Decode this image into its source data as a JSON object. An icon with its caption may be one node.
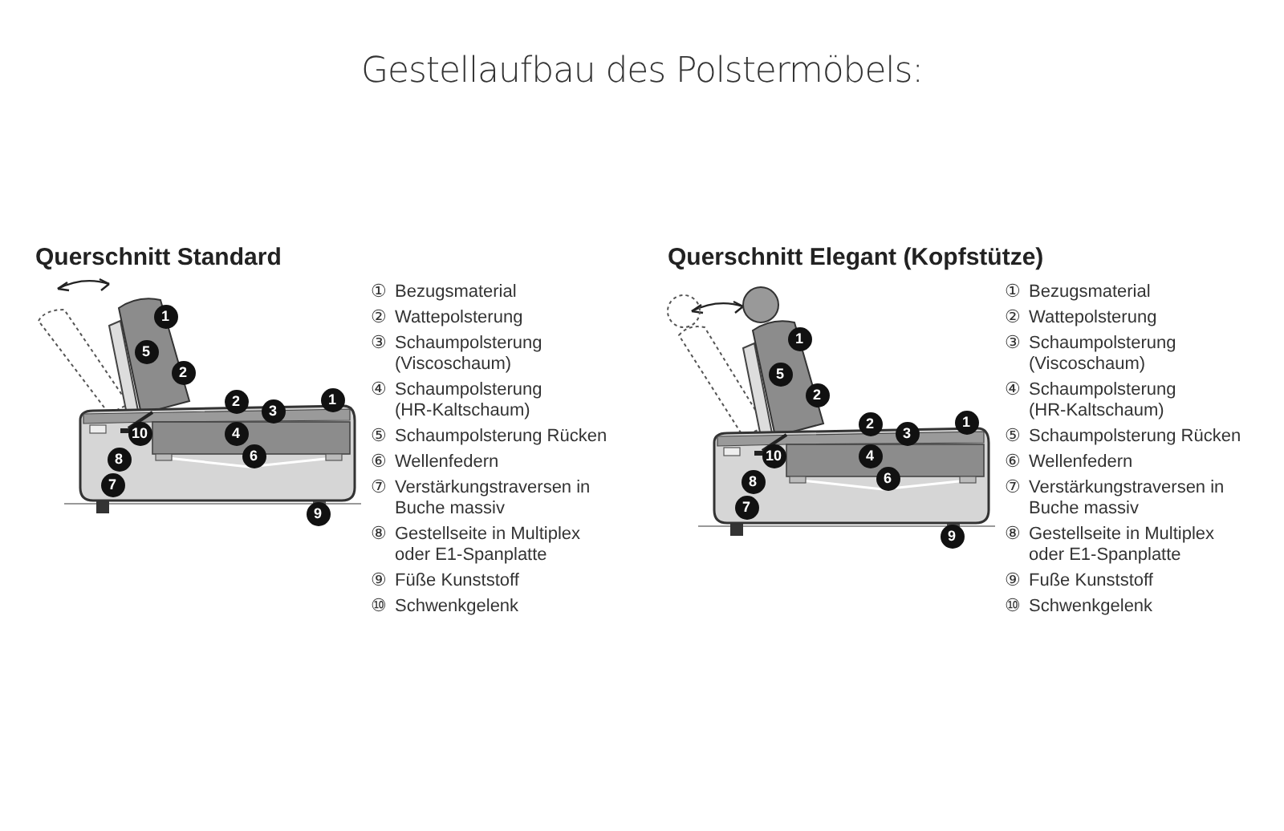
{
  "diagram": {
    "title": "Gestellaufbau des Polstermöbels:",
    "labels": [
      "Querschnitt Standard",
      "1",
      "5",
      "2",
      "2",
      "3",
      "1",
      "10",
      "4",
      "8",
      "6",
      "7",
      "9",
      "①",
      "Bezugsmaterial",
      "②",
      "Wattepolsterung",
      "③",
      "Schaumpolsterung (Viscoschaum)",
      "④",
      "Schaumpolsterung (HR-Kaltschaum)",
      "⑤",
      "Schaumpolsterung Rücken",
      "⑥",
      "Wellenfedern",
      "⑦",
      "Verstärkungstraversen in Buche massiv",
      "⑧",
      "Gestellseite in Multiplex oder E1-Spanplatte",
      "⑨",
      "Füße Kunststoff",
      "⑩",
      "Schwenkgelenk",
      "Querschnitt Elegant (Kopfstütze)",
      "1",
      "5",
      "2",
      "2",
      "3",
      "1",
      "10",
      "4",
      "8",
      "6",
      "7",
      "9",
      "①",
      "Bezugsmaterial",
      "②",
      "Wattepolsterung",
      "③",
      "Schaumpolsterung (Viscoschaum)",
      "④",
      "Schaumpolsterung (HR-Kaltschaum)",
      "⑤",
      "Schaumpolsterung Rücken",
      "⑥",
      "Wellenfedern",
      "⑦",
      "Verstärkungstraversen in Buche massiv",
      "⑧",
      "Gestellseite in Multiplex oder E1-Spanplatte",
      "⑨",
      "Fuße Kunststoff",
      "⑩",
      "Schwenkgelenk"
    ]
  }
}
